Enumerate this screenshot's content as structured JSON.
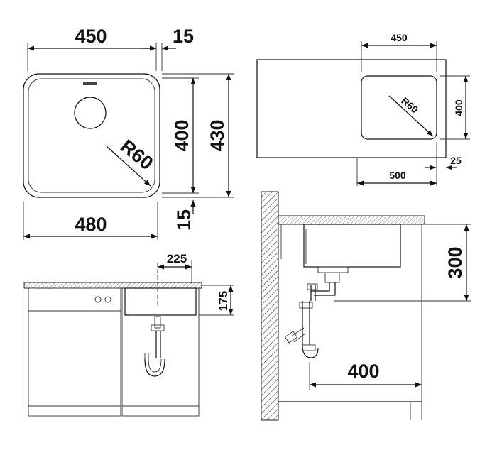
{
  "top_left_view": {
    "width_outer": "450",
    "rim_right": "15",
    "height_inner": "400",
    "height_outer": "430",
    "radius": "R60",
    "width_bottom": "480",
    "rim_bottom": "15"
  },
  "top_right_view": {
    "width": "450",
    "height": "400",
    "radius": "R60",
    "offset": "25",
    "cabinet_width": "500"
  },
  "front_view": {
    "drain_offset": "225",
    "depth": "175"
  },
  "side_view": {
    "height": "300",
    "depth": "400"
  }
}
